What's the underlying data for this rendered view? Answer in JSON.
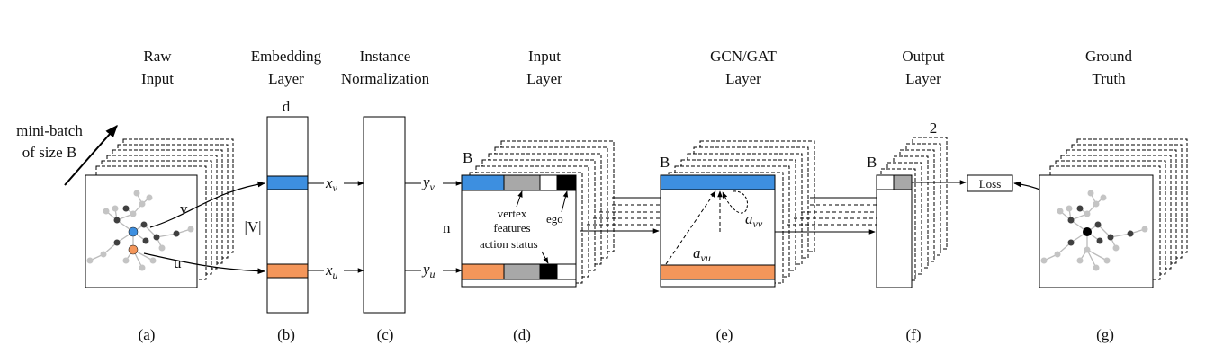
{
  "colors": {
    "blue": "#3d8fe0",
    "orange": "#f4965a",
    "gray": "#a8a8a8",
    "black": "#000000",
    "nodeGray": "#c4c4c4",
    "nodeDark": "#404040"
  },
  "headers": {
    "raw": [
      "Raw",
      "Input"
    ],
    "embedding": [
      "Embedding",
      "Layer"
    ],
    "norm": [
      "Instance",
      "Normalization"
    ],
    "input": [
      "Input",
      "Layer"
    ],
    "gcn": [
      "GCN/GAT",
      "Layer"
    ],
    "output": [
      "Output",
      "Layer"
    ],
    "truth": [
      "Ground",
      "Truth"
    ]
  },
  "minibatch": [
    "mini-batch",
    "of size B"
  ],
  "panels": {
    "a": "(a)",
    "b": "(b)",
    "c": "(c)",
    "d": "(d)",
    "e": "(e)",
    "f": "(f)",
    "g": "(g)"
  },
  "labels": {
    "d": "d",
    "V": "|V|",
    "v": "v",
    "u": "u",
    "B": "B",
    "n": "n",
    "two": "2",
    "xv_base": "x",
    "xv_sub": "v",
    "xu_base": "x",
    "xu_sub": "u",
    "yv_base": "y",
    "yv_sub": "v",
    "yu_base": "y",
    "yu_sub": "u",
    "avv_base": "a",
    "avv_sub": "vv",
    "avu_base": "a",
    "avu_sub": "vu",
    "vertex_features": [
      "vertex",
      "features"
    ],
    "ego": "ego",
    "action_status": "action status",
    "loss": "Loss"
  }
}
